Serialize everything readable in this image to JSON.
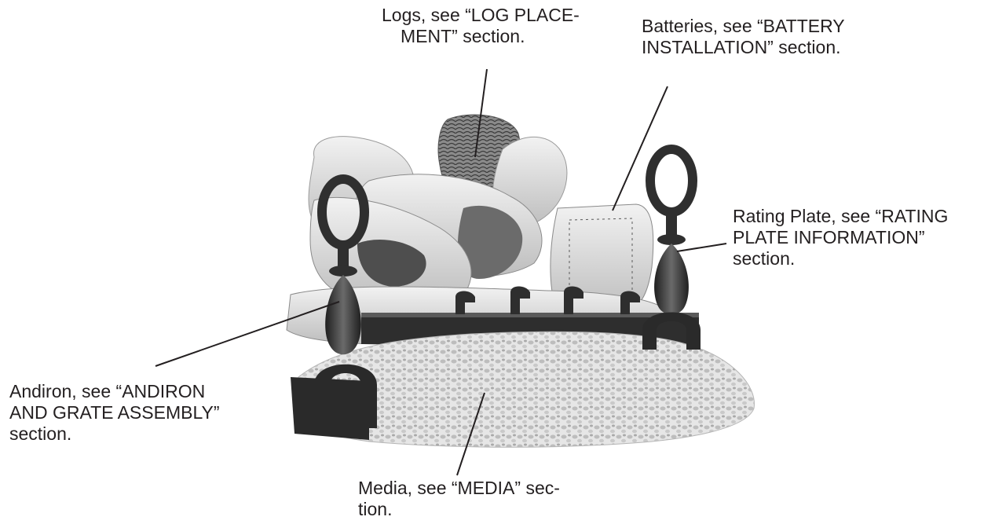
{
  "callouts": {
    "logs": [
      "Logs,  see “LOG PLACE-",
      "MENT” section."
    ],
    "batteries": [
      "Batteries, see “BATTERY",
      "INSTALLATION” section."
    ],
    "rating_plate": [
      "Rating Plate,  see “RATING",
      "PLATE INFORMATION”",
      "section."
    ],
    "andiron": [
      "Andiron, see “ANDIRON",
      "AND GRATE ASSEMBLY”",
      "section."
    ],
    "media": [
      "Media,  see “MEDIA” sec-",
      "tion."
    ]
  },
  "colors": {
    "text": "#231f20",
    "iron": "#3a3a3a",
    "log_light": "#e2e2e2",
    "log_dark": "#555555",
    "media": "#d8d8d8"
  }
}
